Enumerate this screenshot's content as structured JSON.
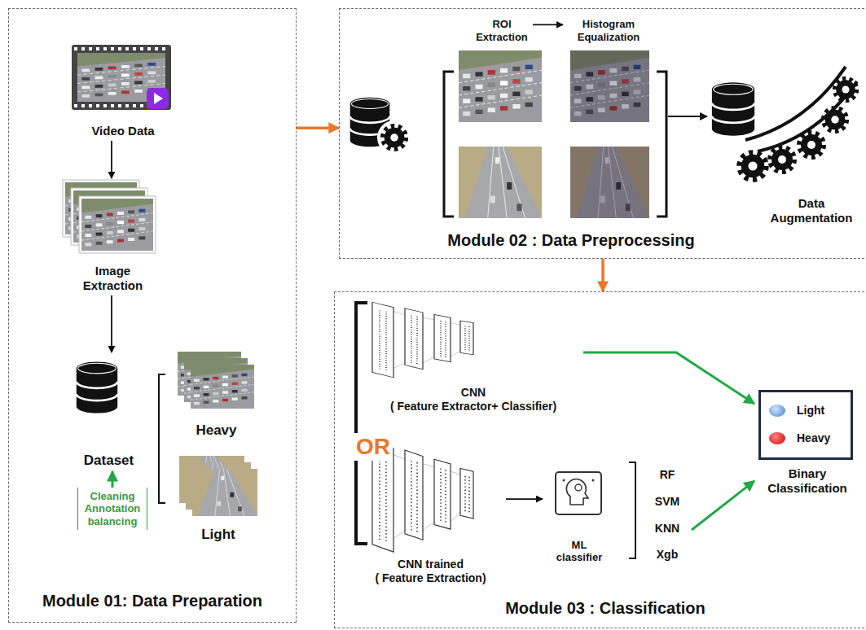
{
  "diagram": {
    "nodes": [
      {
        "text": [
          "Module 01: Data Preparation"
        ]
      },
      {
        "text": [
          "Video Data"
        ],
        "in": 0
      },
      {
        "text": [
          "Image Extraction"
        ],
        "in": 0
      },
      {
        "text": [
          "Dataset"
        ],
        "in": 0
      },
      {
        "text": [
          "Heavy"
        ],
        "in": 0
      },
      {
        "text": [
          "Light"
        ],
        "in": 0
      },
      {
        "text": [
          "Cleaning Annotation balancing"
        ],
        "in": 0
      },
      {
        "text": [
          "Module 02 : Data Preprocessing"
        ]
      },
      {
        "text": [
          "ROI Extraction"
        ],
        "in": 7
      },
      {
        "text": [
          "Histogram Equalization"
        ],
        "in": 7
      },
      {
        "text": [
          "Data Augmentation"
        ],
        "in": 7
      },
      {
        "text": [
          "Module 03 : Classification"
        ]
      },
      {
        "text": [
          "CNN",
          "( Feature Extractor+ Classifier)"
        ],
        "in": 11
      },
      {
        "text": [
          "CNN trained",
          "( Feature Extraction)"
        ],
        "in": 11
      },
      {
        "text": [
          "ML classifier"
        ],
        "in": 11
      },
      {
        "text": [
          "RF",
          "SVM",
          "KNN",
          "Xgb"
        ],
        "in": 11
      },
      {
        "text": [
          "Light",
          "Heavy",
          "Binary Classification"
        ],
        "in": 11
      }
    ],
    "edges": [
      {
        "from": 0,
        "to": 7,
        "arrow": "to"
      },
      {
        "from": 7,
        "to": 11,
        "arrow": "to"
      },
      {
        "from": 1,
        "to": 2,
        "arrow": "to"
      },
      {
        "from": 2,
        "to": 3,
        "arrow": "to"
      },
      {
        "from": 6,
        "to": 3,
        "arrow": "to"
      },
      {
        "from": 8,
        "to": 9,
        "arrow": "to"
      },
      {
        "from": 12,
        "to": 16,
        "arrow": "to"
      },
      {
        "from": 13,
        "to": 14,
        "arrow": "to"
      },
      {
        "from": 15,
        "to": 16,
        "arrow": "to"
      }
    ],
    "labels": [
      "OR"
    ]
  }
}
